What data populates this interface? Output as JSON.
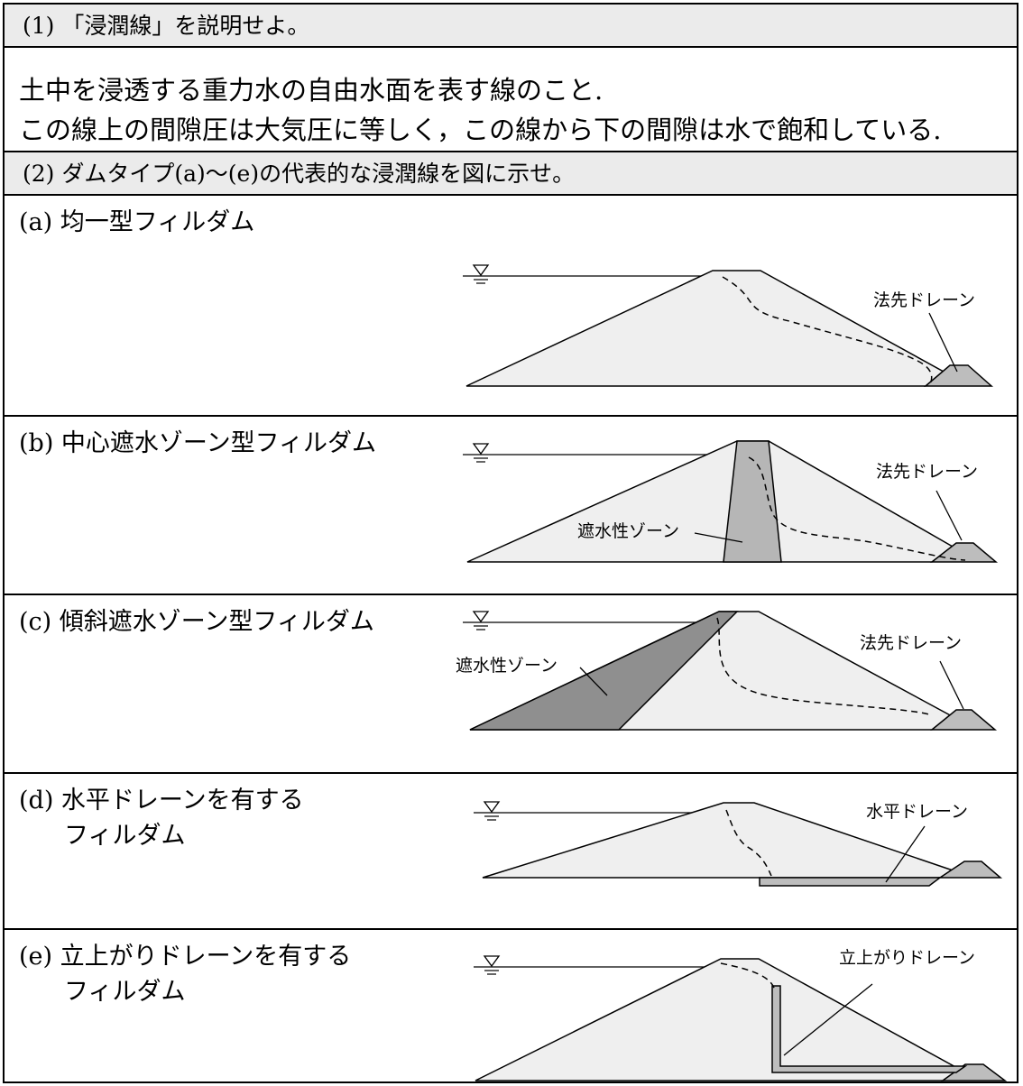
{
  "q1": {
    "header": "(1) 「浸潤線」を説明せよ。",
    "answer_line1": "土中を浸透する重力水の自由水面を表す線のこと.",
    "answer_line2": "この線上の間隙圧は大気圧に等しく，この線から下の間隙は水で飽和している."
  },
  "q2": {
    "header": "(2)  ダムタイプ(a)～(e)の代表的な浸潤線を図に示せ。",
    "types": [
      {
        "label": "(a) 均一型フィルダム",
        "label2": "",
        "labels": [
          "法先ドレーン"
        ]
      },
      {
        "label": "(b) 中心遮水ゾーン型フィルダム",
        "label2": "",
        "labels": [
          "法先ドレーン",
          "遮水性ゾーン"
        ]
      },
      {
        "label": "(c) 傾斜遮水ゾーン型フィルダム",
        "label2": "",
        "labels": [
          "法先ドレーン",
          "遮水性ゾーン"
        ]
      },
      {
        "label": "(d) 水平ドレーンを有する",
        "label2": "フィルダム",
        "labels": [
          "水平ドレーン"
        ]
      },
      {
        "label": "(e) 立上がりドレーンを有する",
        "label2": "フィルダム",
        "labels": [
          "立上がりドレーン"
        ]
      }
    ]
  },
  "colors": {
    "dam_fill": "#efefef",
    "drain_fill": "#bdbdbd",
    "core_fill": "#b6b6b6",
    "sloped_core_fill": "#8f8f8f",
    "header_bg": "#ebebeb"
  }
}
